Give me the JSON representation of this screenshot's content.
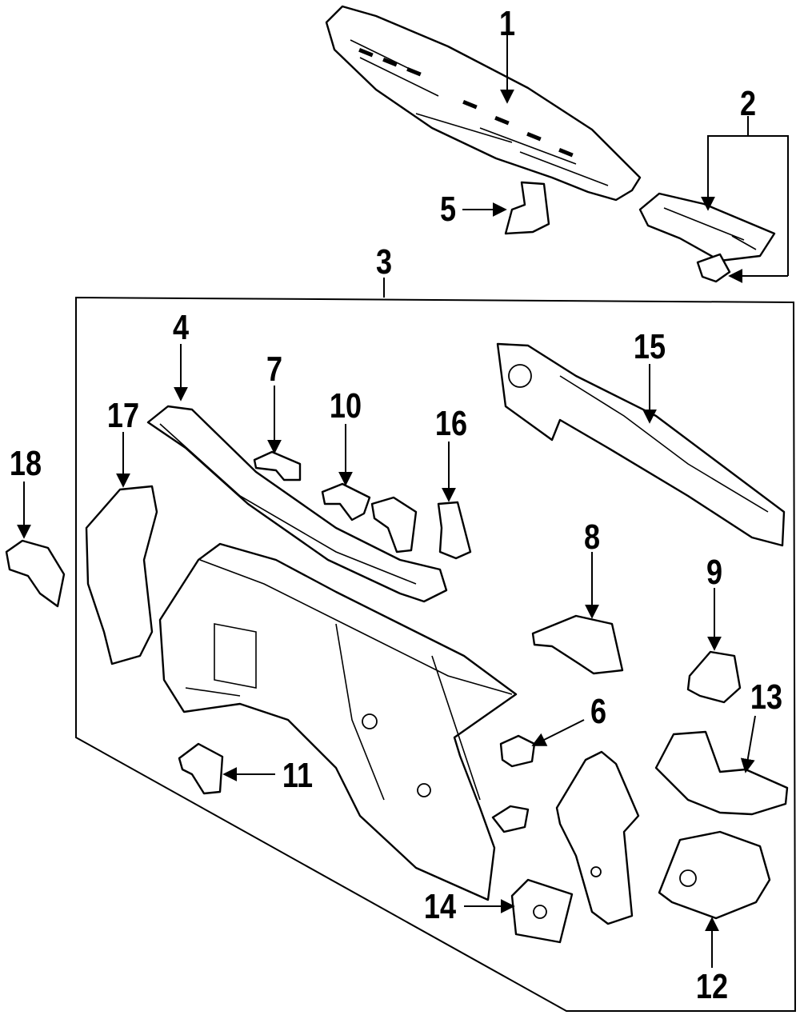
{
  "diagram": {
    "colors": {
      "ink": "#000000",
      "paper": "#ffffff"
    },
    "callouts": [
      {
        "id": "1",
        "text": "1"
      },
      {
        "id": "2",
        "text": "2"
      },
      {
        "id": "3",
        "text": "3"
      },
      {
        "id": "4",
        "text": "4"
      },
      {
        "id": "5",
        "text": "5"
      },
      {
        "id": "6",
        "text": "6"
      },
      {
        "id": "7",
        "text": "7"
      },
      {
        "id": "8",
        "text": "8"
      },
      {
        "id": "9",
        "text": "9"
      },
      {
        "id": "10",
        "text": "10"
      },
      {
        "id": "11",
        "text": "11"
      },
      {
        "id": "12",
        "text": "12"
      },
      {
        "id": "13",
        "text": "13"
      },
      {
        "id": "14",
        "text": "14"
      },
      {
        "id": "15",
        "text": "15"
      },
      {
        "id": "16",
        "text": "16"
      },
      {
        "id": "17",
        "text": "17"
      },
      {
        "id": "18",
        "text": "18"
      }
    ]
  }
}
